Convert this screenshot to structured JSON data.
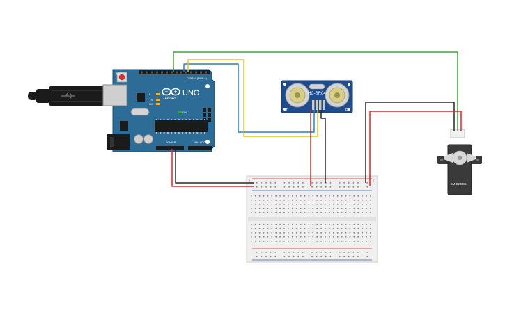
{
  "arduino": {
    "brand": "ARDUINO",
    "model": "UNO",
    "digital_header_label": "DIGITAL (PWM ~)",
    "power_label": "POWER",
    "analog_label": "ANALOG IN",
    "led_labels": [
      "L",
      "TX",
      "RX",
      "ON"
    ],
    "colors": {
      "board": "#2d6c96",
      "header": "#1b1b1b",
      "silkscreen": "#ffffff"
    }
  },
  "sensor": {
    "model": "HC-SR04",
    "left_mark": "T",
    "right_mark": "R",
    "colors": {
      "board": "#1e4c8c",
      "transducer": "#c9c9c9"
    }
  },
  "servo": {
    "model": "SM-S2309S",
    "colors": {
      "body": "#3a3a3a",
      "horn": "#d8d8d8"
    }
  },
  "wires": {
    "colors": {
      "red": "#d52a2a",
      "black": "#262626",
      "green": "#3aa63a",
      "blue": "#2a7fc8",
      "yellow": "#e6c619"
    }
  },
  "breadboard": {
    "rail_plus": "+",
    "rail_minus": "-",
    "colors": {
      "body": "#efefef",
      "hole": "#8a8a8a",
      "rail_red": "#d52a2a",
      "rail_blue": "#2a5fc8"
    }
  },
  "usb_cable": {
    "colors": {
      "cable": "#1b1b1b",
      "plug": "#bfbfbf"
    }
  }
}
